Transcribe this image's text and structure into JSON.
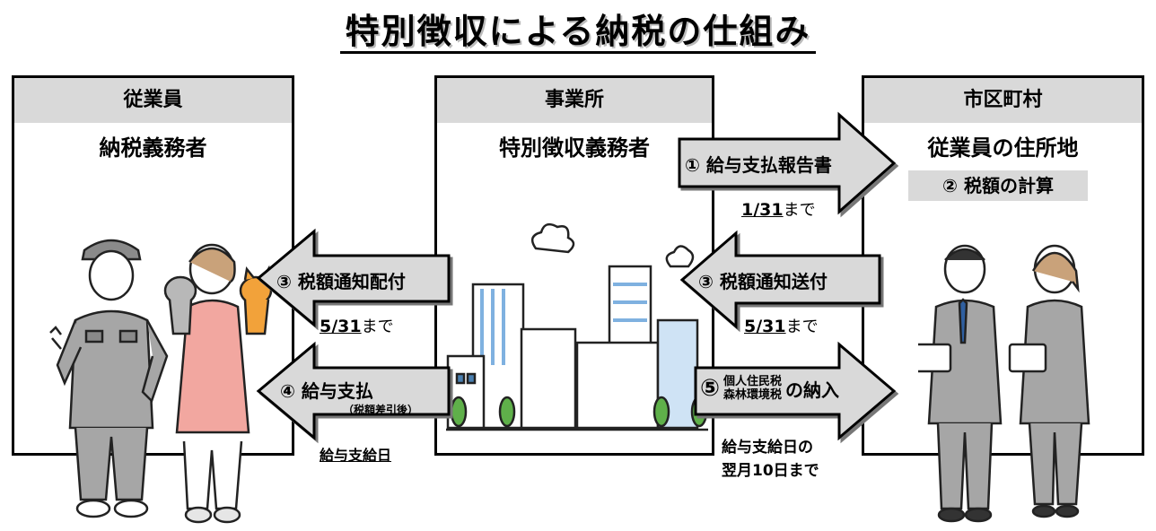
{
  "title": "特別徴収による納税の仕組み",
  "employee": {
    "header": "従業員",
    "role": "納税義務者"
  },
  "office": {
    "header": "事業所",
    "role": "特別徴収義務者"
  },
  "municipality": {
    "header": "市区町村",
    "role": "従業員の住所地",
    "calc": "② 税額の計算"
  },
  "arrows": {
    "report": {
      "label": "① 給与支払報告書",
      "deadline_num": "1/31",
      "deadline_suffix": "まで"
    },
    "notice_send": {
      "label": "③ 税額通知送付",
      "deadline_num": "5/31",
      "deadline_suffix": "まで"
    },
    "notice_deliver": {
      "label": "③ 税額通知配付",
      "deadline_num": "5/31",
      "deadline_suffix": "まで"
    },
    "pay": {
      "label": "④ 給与支払",
      "note": "（税額差引後）",
      "deadline": "給与支給日"
    },
    "payment": {
      "num": "⑤",
      "line1": "個人住民税",
      "line2": "森林環境税",
      "suffix": "の納入",
      "deadline_line1": "給与支給日の",
      "deadline_line2": "翌月10日まで"
    }
  }
}
